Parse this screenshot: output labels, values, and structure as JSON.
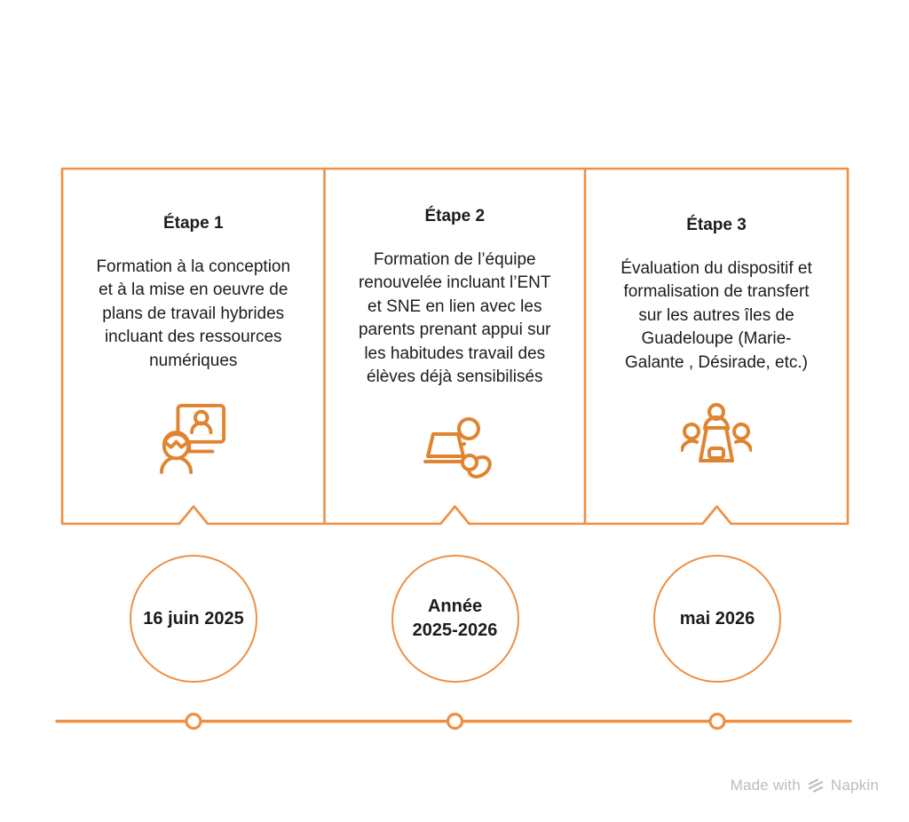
{
  "colors": {
    "orange": "#EF8F42",
    "icon-orange": "#E08430",
    "text": "#1c1c1c",
    "watermark": "#bdbdbd",
    "background": "#ffffff"
  },
  "steps": [
    {
      "title": "Étape 1",
      "body": "Formation à la conception\net à la mise en oeuvre de\nplans de travail hybrides\nincluant des ressources\nnumériques",
      "icon": "video-call-training-icon",
      "date": "16 juin 2025"
    },
    {
      "title": "Étape 2",
      "body": "Formation de l’équipe\nrenouvelée incluant l’ENT\net SNE en lien avec les\nparents prenant appui sur\nles habitudes travail des\nélèves déjà sensibilisés",
      "icon": "parent-with-laptop-icon",
      "date": "Année\n2025-2026"
    },
    {
      "title": "Étape 3",
      "body": "Évaluation du dispositif et\nformalisation de transfert\nsur les autres îles de\nGuadeloupe (Marie-\nGalante , Désirade, etc.)",
      "icon": "meeting-table-icon",
      "date": "mai 2026"
    }
  ],
  "watermark": {
    "prefix": "Made with",
    "brand": "Napkin"
  }
}
